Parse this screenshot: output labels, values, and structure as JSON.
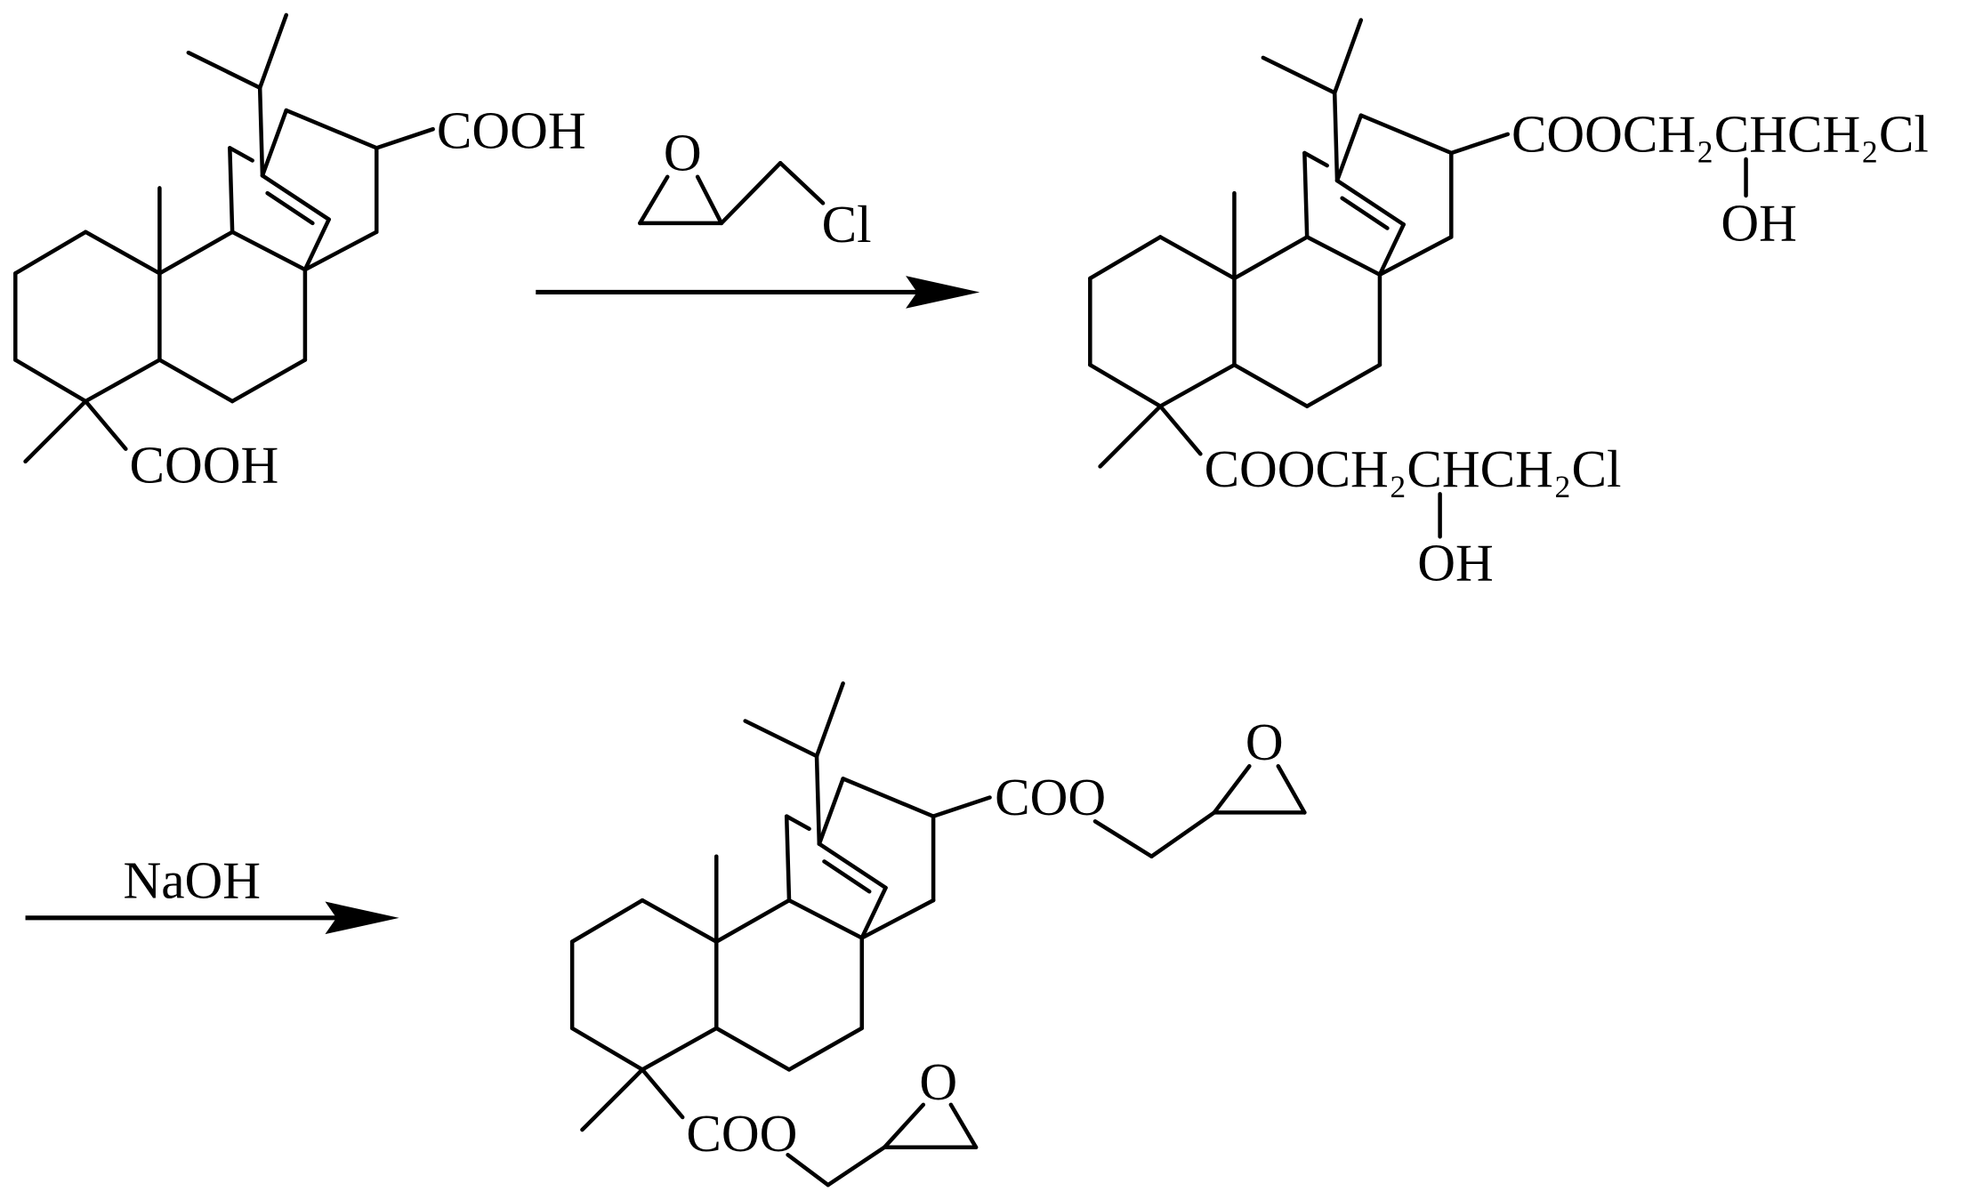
{
  "scheme": {
    "starting_material": {
      "carboxyl_top": "COOH",
      "carboxyl_bottom": "COOH"
    },
    "step_1": {
      "reagent": {
        "ring_oxygen": "O",
        "chlorine": "Cl"
      }
    },
    "intermediate": {
      "ester_top": "COOCH₂CHCH₂Cl",
      "hydroxyl_top": "OH",
      "ester_bottom": "COOCH₂CHCH₂Cl",
      "hydroxyl_bottom": "OH"
    },
    "step_2": {
      "reagent": "NaOH"
    },
    "product": {
      "ester_top": "COO",
      "epoxide_oxygen_top": "O",
      "ester_bottom": "COO",
      "epoxide_oxygen_bottom": "O"
    }
  },
  "colors": {
    "ink": "#000000",
    "background": "#ffffff"
  }
}
